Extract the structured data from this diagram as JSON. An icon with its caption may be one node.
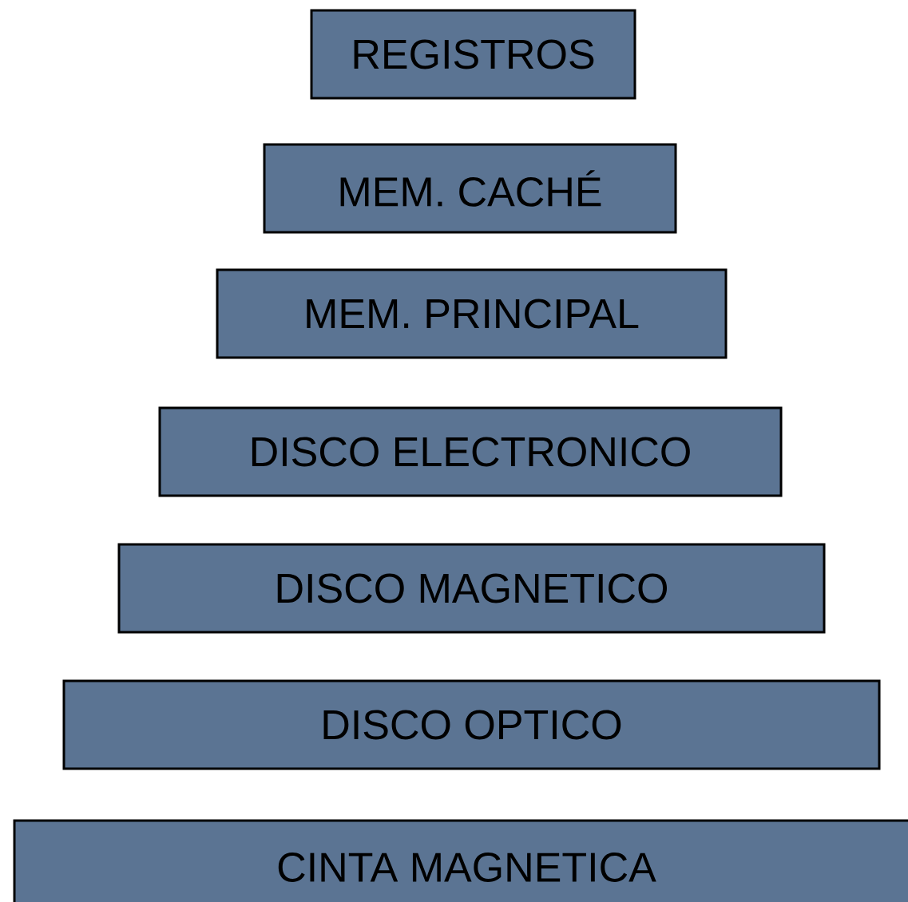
{
  "diagram": {
    "nodes": [
      {
        "text": [
          "REGISTROS"
        ]
      },
      {
        "text": [
          "MEM. CACHÉ"
        ]
      },
      {
        "text": [
          "MEM. PRINCIPAL"
        ]
      },
      {
        "text": [
          "DISCO ELECTRONICO"
        ]
      },
      {
        "text": [
          "DISCO MAGNETICO"
        ]
      },
      {
        "text": [
          "DISCO OPTICO"
        ]
      },
      {
        "text": [
          "CINTA MAGNETICA"
        ]
      }
    ]
  }
}
